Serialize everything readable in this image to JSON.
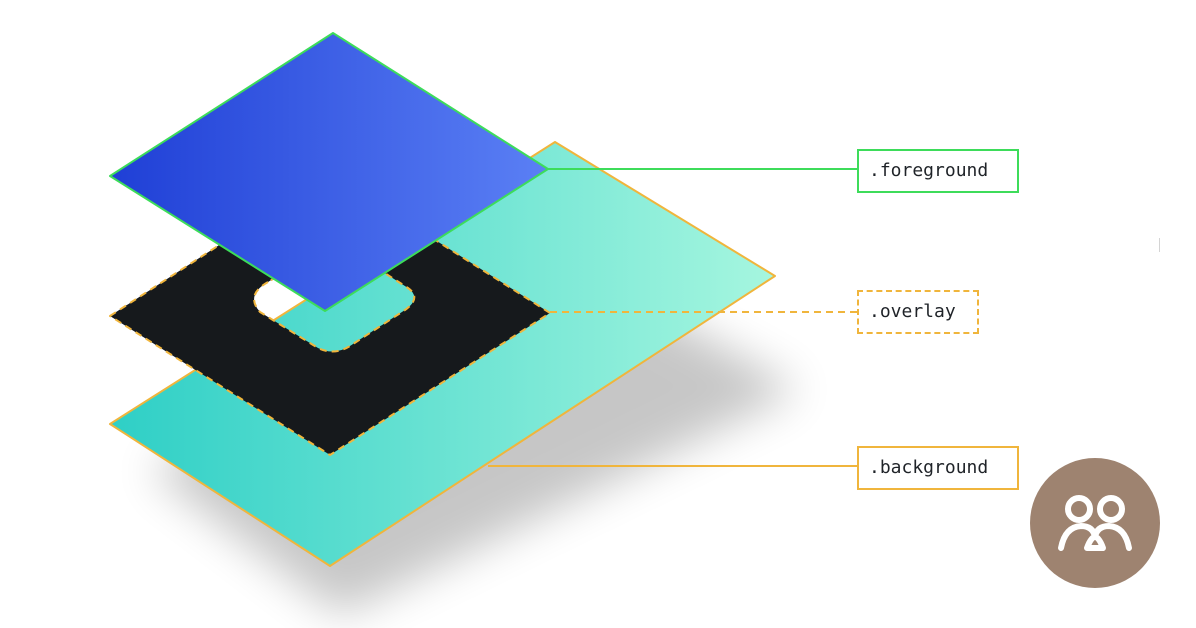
{
  "layers": [
    {
      "id": "foreground",
      "label": ".foreground",
      "border_color": "#3ddc5a",
      "border_style": "solid"
    },
    {
      "id": "overlay",
      "label": ".overlay",
      "border_color": "#f0b53c",
      "border_style": "dashed"
    },
    {
      "id": "background",
      "label": ".background",
      "border_color": "#f0b53c",
      "border_style": "solid"
    }
  ],
  "colors": {
    "foreground_gradient": [
      "#1f3fd6",
      "#5b80f5"
    ],
    "overlay_fill": "#16191c",
    "background_gradient": [
      "#2ecfc6",
      "#a6f6df"
    ],
    "badge": "#9e8370"
  },
  "badge": {
    "icon": "two-people-icon"
  }
}
